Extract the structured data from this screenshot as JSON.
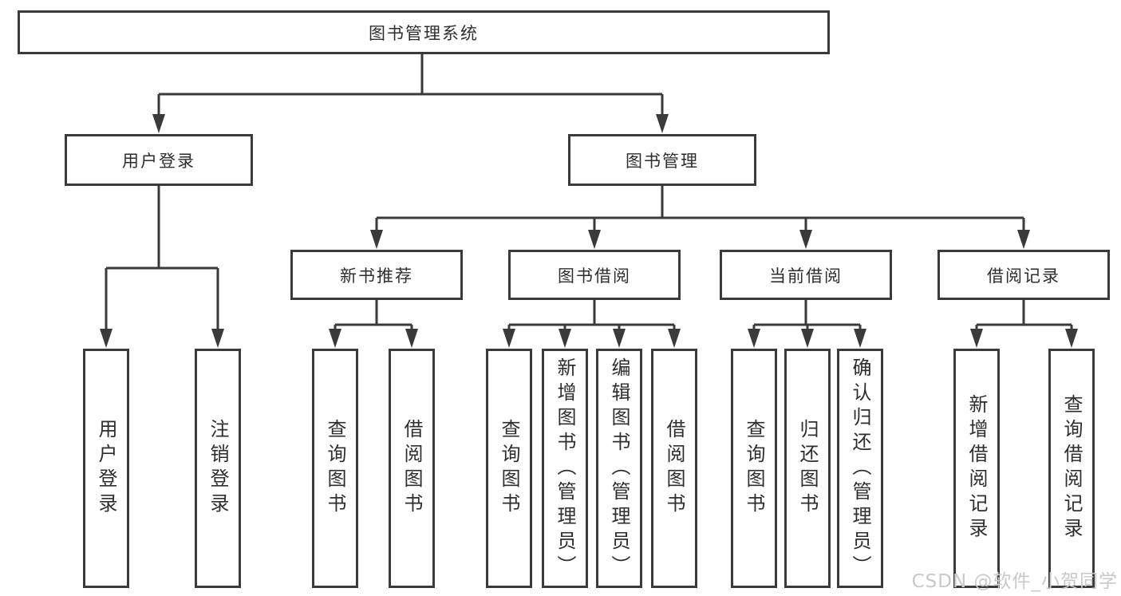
{
  "theme": {
    "line_color": "#3a3a3a",
    "text_color": "#2e2e2e",
    "watermark_color": "#c9c9c9",
    "background": "#ffffff"
  },
  "tree": {
    "label": "图书管理系统",
    "children": [
      {
        "label": "用户登录",
        "children": [
          {
            "label": "用户登录"
          },
          {
            "label": "注销登录"
          }
        ]
      },
      {
        "label": "图书管理",
        "children": [
          {
            "label": "新书推荐",
            "children": [
              {
                "label": "查询图书"
              },
              {
                "label": "借阅图书"
              }
            ]
          },
          {
            "label": "图书借阅",
            "children": [
              {
                "label": "查询图书"
              },
              {
                "label": "新增图书（管理员）"
              },
              {
                "label": "编辑图书（管理员）"
              },
              {
                "label": "借阅图书"
              }
            ]
          },
          {
            "label": "当前借阅",
            "children": [
              {
                "label": "查询图书"
              },
              {
                "label": "归还图书"
              },
              {
                "label": "确认归还（管理员）"
              }
            ]
          },
          {
            "label": "借阅记录",
            "children": [
              {
                "label": "新增借阅记录"
              },
              {
                "label": "查询借阅记录"
              }
            ]
          }
        ]
      }
    ]
  },
  "watermark": {
    "text": "CSDN @软件_小贺同学"
  }
}
